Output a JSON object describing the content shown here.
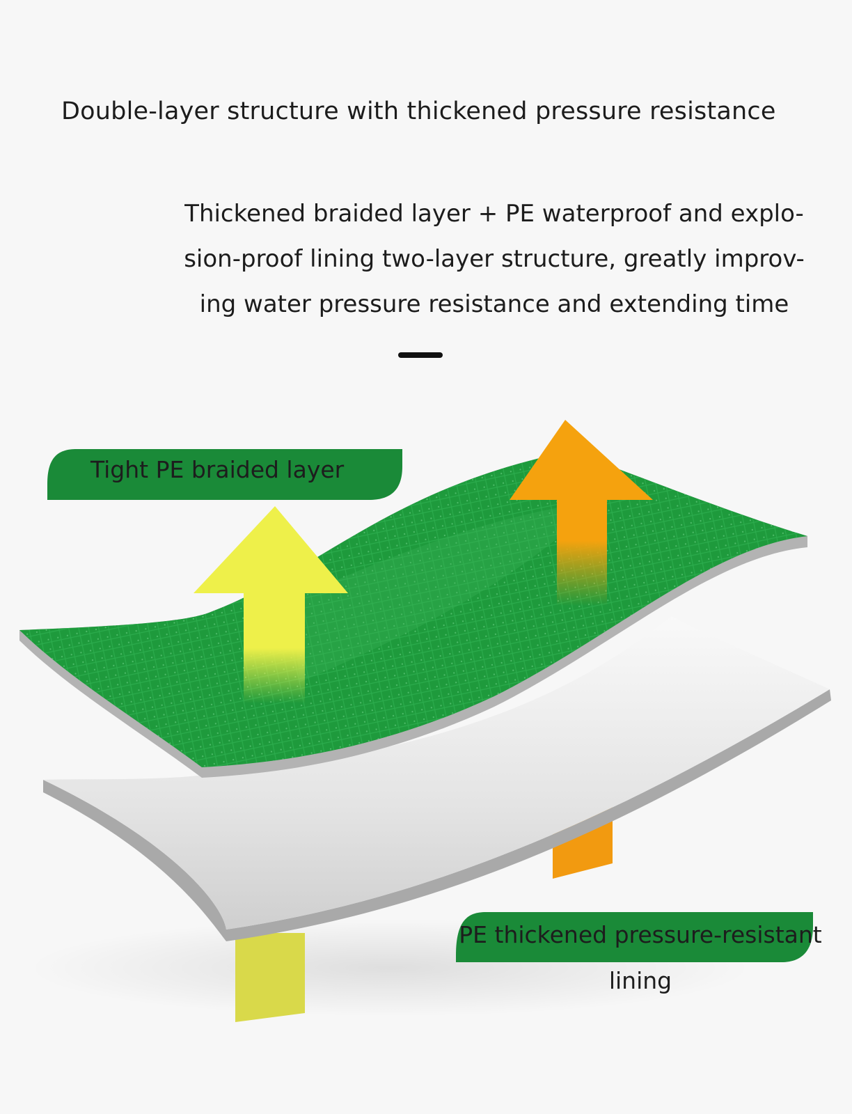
{
  "headline": "Double-layer structure with thickened pressure resistance",
  "description": [
    "Thickened braided layer + PE waterproof and explo-",
    "sion-proof lining two-layer structure, greatly improv-",
    "ing water pressure resistance and extending time"
  ],
  "labels": {
    "top_layer": "Tight PE braided layer",
    "bottom_layer": "PE thickened pressure-resistant lining"
  },
  "colors": {
    "braided_green": "#1e9a3c",
    "label_green": "#1a8a38",
    "arrow_yellow": "#eef04a",
    "arrow_orange": "#f5a20e",
    "lining_white": "#f4f4f4",
    "edge_gray": "#a9a9a9"
  }
}
